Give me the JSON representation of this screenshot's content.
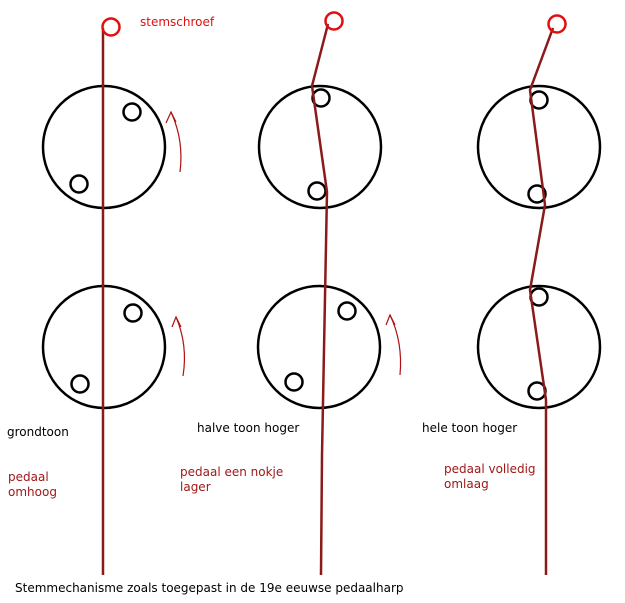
{
  "labels": {
    "tuning_screw": "stemschroef",
    "caption": "Stemmechanisme zoals toegepast in de 19e eeuwse pedaalharp"
  },
  "panels": [
    {
      "state": "grondtoon",
      "pedal": "pedaal\nomhoog"
    },
    {
      "state": "halve toon hoger",
      "pedal": "pedaal een nokje\nlager"
    },
    {
      "state": "hele toon hoger",
      "pedal": "pedaal volledig\nomlaag"
    }
  ],
  "colors": {
    "string": "#8b1a1a",
    "screw": "#e01010",
    "pedal_text": "#a01818",
    "disc": "#000000"
  }
}
